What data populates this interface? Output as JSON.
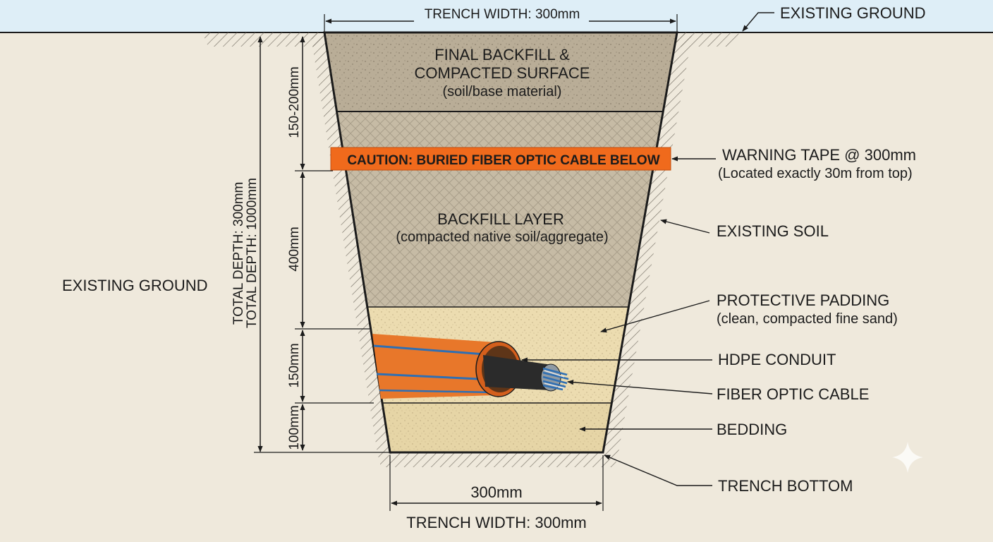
{
  "colors": {
    "sky": "#deeef7",
    "ground": "#efe9dc",
    "final_backfill": "#b9ad97",
    "backfill_layer": "#c6bba5",
    "padding_sand": "#ecdcb0",
    "bedding_sand": "#e6d5a6",
    "warning_tape": "#f06a1c",
    "conduit": "#e8772a",
    "conduit_stripe": "#2f6fb3",
    "cable_jacket": "#2b2b2b",
    "line": "#1b1b1b"
  },
  "labels": {
    "trench_width_top": "TRENCH WIDTH: 300mm",
    "existing_ground_top": "EXISTING GROUND",
    "existing_ground_left": "EXISTING GROUND",
    "total_depth_1": "TOTAL DEPTH: 300mm",
    "total_depth_2": "TOTAL DEPTH: 1000mm",
    "dim_top": "150-200mm",
    "dim_backfill": "400mm",
    "dim_padding": "150mm",
    "dim_bedding": "100mm",
    "warning_tape": "WARNING TAPE @ 300mm",
    "warning_tape_sub": "(Located exactly 30m from top)",
    "existing_soil": "EXISTING SOIL",
    "protective_padding": "PROTECTIVE PADDING",
    "protective_padding_sub": "(clean, compacted fine sand)",
    "hdpe_conduit": "HDPE CONDUIT",
    "fiber_optic_cable": "FIBER OPTIC CABLE",
    "bedding": "BEDDING",
    "trench_bottom": "TRENCH BOTTOM",
    "bottom_dim": "300mm",
    "trench_width_bottom": "TRENCH WIDTH: 300mm"
  },
  "layers": {
    "final_title_1": "FINAL BACKFILL &",
    "final_title_2": "COMPACTED SURFACE",
    "final_sub": "(soil/base material)",
    "backfill_title": "BACKFILL LAYER",
    "backfill_sub": "(compacted native soil/aggregate)",
    "tape_text": "CAUTION: BURIED FIBER OPTIC CABLE BELOW"
  }
}
